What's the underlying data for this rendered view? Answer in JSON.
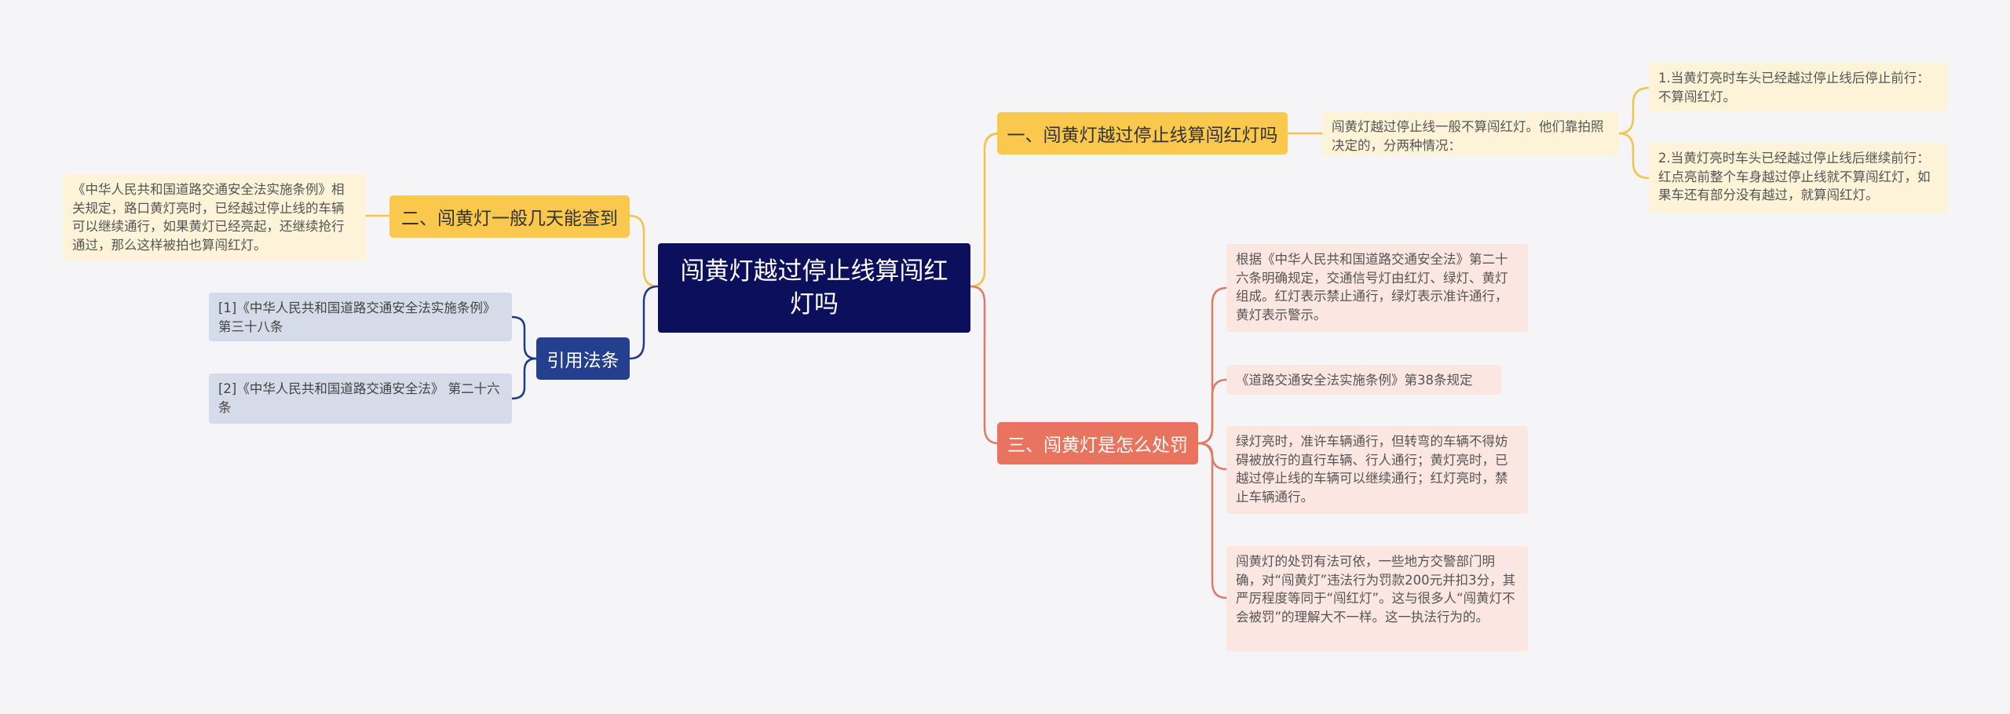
{
  "root": {
    "title": "闯黄灯越过停止线算闯红灯吗"
  },
  "branch1": {
    "label": "一、闯黄灯越过停止线算闯红灯吗",
    "summary": "闯黄灯越过停止线一般不算闯红灯。他们靠拍照决定的，分两种情况：",
    "case1": "1.当黄灯亮时车头已经越过停止线后停止前行：不算闯红灯。",
    "case2": "2.当黄灯亮时车头已经越过停止线后继续前行：红点亮前整个车身越过停止线就不算闯红灯，如果车还有部分没有越过，就算闯红灯。"
  },
  "branch2": {
    "label": "二、闯黄灯一般几天能查到",
    "detail": "《中华人民共和国道路交通安全法实施条例》相关规定，路口黄灯亮时，已经越过停止线的车辆可以继续通行，如果黄灯已经亮起，还继续抢行通过，那么这样被拍也算闯红灯。"
  },
  "branch3": {
    "label": "三、闯黄灯是怎么处罚",
    "detail1": "根据《中华人民共和国道路交通安全法》第二十六条明确规定，交通信号灯由红灯、绿灯、黄灯组成。红灯表示禁止通行，绿灯表示准许通行，黄灯表示警示。",
    "detail2": "《道路交通安全法实施条例》第38条规定",
    "detail3": "绿灯亮时，准许车辆通行，但转弯的车辆不得妨碍被放行的直行车辆、行人通行；黄灯亮时，已越过停止线的车辆可以继续通行；红灯亮时，禁止车辆通行。",
    "detail4": "闯黄灯的处罚有法可依，一些地方交警部门明确，对“闯黄灯”违法行为罚款200元并扣3分，其严厉程度等同于“闯红灯”。这与很多人“闯黄灯不会被罚”的理解大不一样。这一执法行为的。"
  },
  "references": {
    "label": "引用法条",
    "ref1": "[1]《中华人民共和国道路交通安全法实施条例》 第三十八条",
    "ref2": "[2]《中华人民共和国道路交通安全法》 第二十六条"
  },
  "colors": {
    "background": "#f5f5f7",
    "root": "#0b0f5c",
    "branch_yellow": "#f9c84c",
    "branch_red": "#e8735e",
    "branch_navy": "#243f8d",
    "line_yellow": "#f5c24a",
    "line_red": "#e07a66",
    "line_navy": "#1f3a86"
  }
}
